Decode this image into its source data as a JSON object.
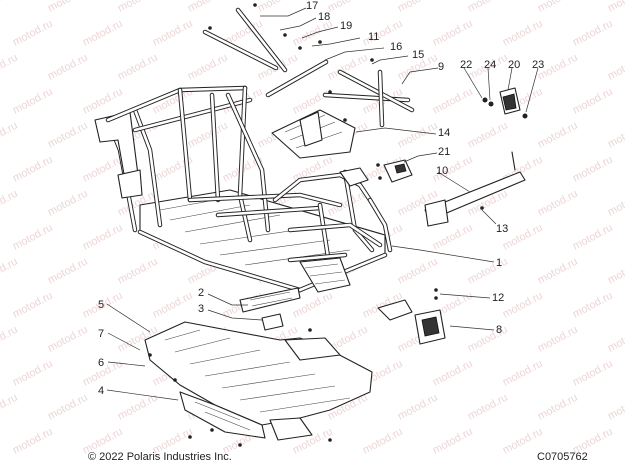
{
  "watermark": "motod.ru",
  "footer": {
    "copyright": "© 2022 Polaris Industries Inc.",
    "diagram_code": "C0705762"
  },
  "callouts": {
    "c1": "1",
    "c2": "2",
    "c3": "3",
    "c4": "4",
    "c5": "5",
    "c6": "6",
    "c7": "7",
    "c8": "8",
    "c9": "9",
    "c10": "10",
    "c11": "11",
    "c12": "12",
    "c13": "13",
    "c14": "14",
    "c15": "15",
    "c16": "16",
    "c17": "17",
    "c18": "18",
    "c19": "19",
    "c20": "20",
    "c21": "21",
    "c22": "22",
    "c23": "23",
    "c24": "24"
  }
}
